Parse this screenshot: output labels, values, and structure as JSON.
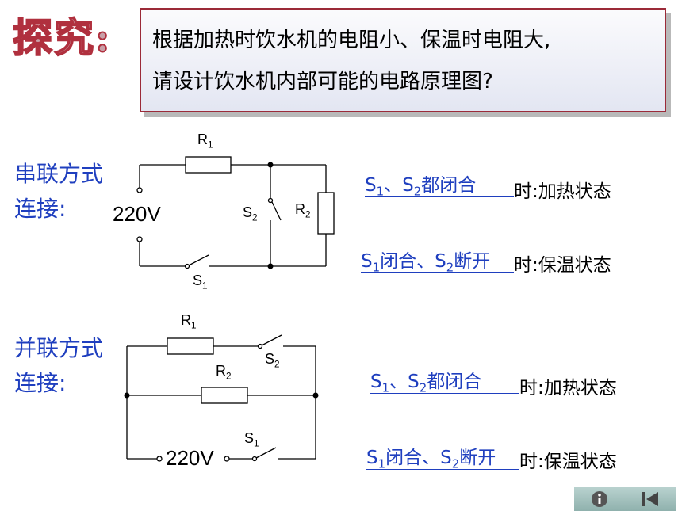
{
  "heading": "探究:",
  "question": {
    "line1": "根据加热时饮水机的电阻小、保温时电阻大,",
    "line2": "请设计饮水机内部可能的电路原理图?"
  },
  "series": {
    "label_line1": "串联方式",
    "label_line2": "连接:",
    "circuit": {
      "r1": "R",
      "r1_sub": "1",
      "r2": "R",
      "r2_sub": "2",
      "s1": "S",
      "s1_sub": "1",
      "s2": "S",
      "s2_sub": "2",
      "voltage": "220V"
    },
    "heating": {
      "answer_a": "S",
      "answer_a_sub": "1",
      "answer_b": "、S",
      "answer_b_sub": "2",
      "answer_c": "都闭合",
      "suffix": "时:加热状态"
    },
    "keeping": {
      "answer_a": "S",
      "answer_a_sub": "1",
      "answer_b": "闭合、S",
      "answer_b_sub": "2",
      "answer_c": "断开",
      "suffix": "时:保温状态"
    }
  },
  "parallel": {
    "label_line1": "并联方式",
    "label_line2": "连接:",
    "circuit": {
      "r1": "R",
      "r1_sub": "1",
      "r2": "R",
      "r2_sub": "2",
      "s1": "S",
      "s1_sub": "1",
      "s2": "S",
      "s2_sub": "2",
      "voltage": "220V"
    },
    "heating": {
      "answer_a": "S",
      "answer_a_sub": "1",
      "answer_b": "、S",
      "answer_b_sub": "2",
      "answer_c": "都闭合",
      "suffix": "时:加热状态"
    },
    "keeping": {
      "answer_a": "S",
      "answer_a_sub": "1",
      "answer_b": "闭合、S",
      "answer_b_sub": "2",
      "answer_c": "断开",
      "suffix": "时:保温状态"
    }
  },
  "nav": {
    "info_icon": "info-icon",
    "first_icon": "first-slide-icon"
  },
  "colors": {
    "accent_blue": "#1f3fbf",
    "heading_red": "#b0303e",
    "box_border": "#9b2a38"
  }
}
